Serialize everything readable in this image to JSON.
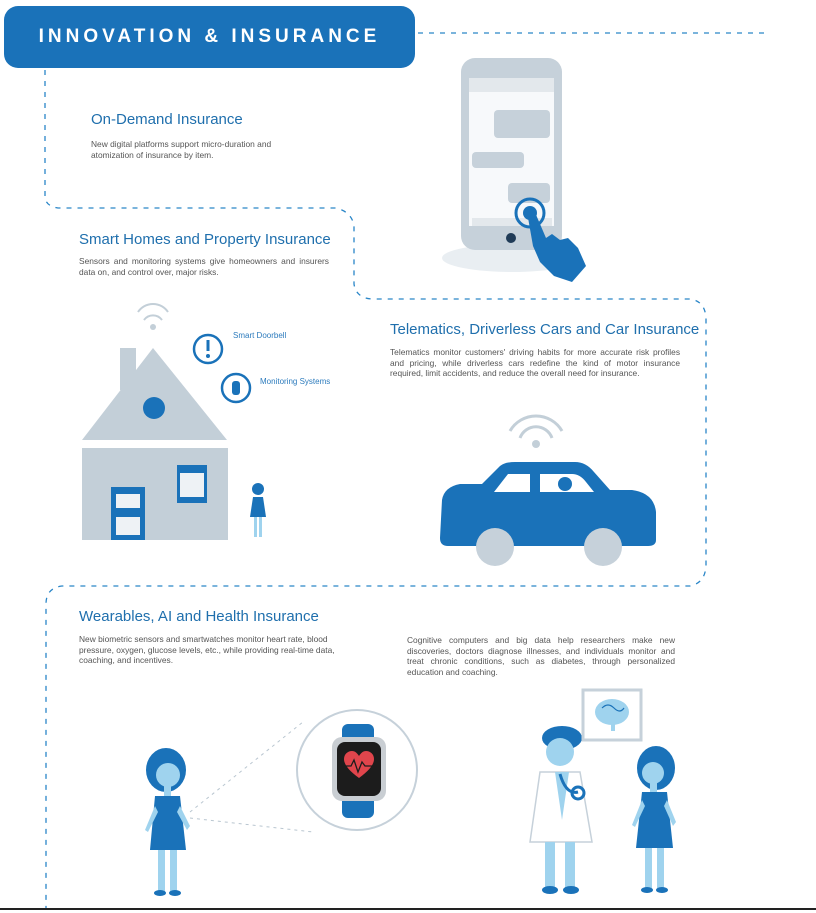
{
  "banner": {
    "title": "INNOVATION & INSURANCE"
  },
  "sections": {
    "on_demand": {
      "title": "On-Demand Insurance",
      "text": "New digital platforms support micro-duration and atomization of insurance by item."
    },
    "smart_homes": {
      "title": "Smart Homes and Property Insurance",
      "text": "Sensors and monitoring systems give homeowners and insurers data on, and control over, major risks.",
      "label_doorbell": "Smart Doorbell",
      "label_monitoring": "Monitoring Systems"
    },
    "telematics": {
      "title": "Telematics, Driverless Cars and Car Insurance",
      "text": "Telematics monitor customers' driving habits for more accurate risk profiles and pricing, while driverless cars redefine the kind of motor insurance required, limit accidents, and reduce the overall need for insurance."
    },
    "wearables": {
      "title": "Wearables, AI and Health Insurance",
      "text": "New biometric sensors and smartwatches monitor heart rate, blood pressure, oxygen, glucose levels, etc., while providing real-time data, coaching, and incentives.",
      "text_cognitive": "Cognitive computers and big data help researchers make new discoveries, doctors diagnose illnesses, and individuals monitor and treat chronic conditions, such as diabetes, through personalized education and coaching."
    }
  },
  "colors": {
    "brand_blue": "#1a72b9",
    "light_blue": "#9fd3ee",
    "gray": "#c3cfd8",
    "dash": "#2a86c8"
  }
}
